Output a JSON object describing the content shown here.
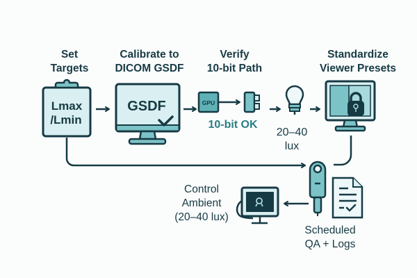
{
  "colors": {
    "stroke": "#163a44",
    "fill_light": "#d9eff1",
    "fill_mid": "#7cc3c7",
    "fill_dark": "#163a44",
    "accent_text": "#2a7f85",
    "background": "#fbfcfc"
  },
  "steps": [
    {
      "id": "set-targets",
      "title_lines": [
        "Set",
        "Targets"
      ],
      "icon": "clipboard-icon",
      "icon_text_lines": [
        "Lmax",
        "/Lmin"
      ]
    },
    {
      "id": "calibrate",
      "title_lines": [
        "Calibrate to",
        "DICOM GSDF"
      ],
      "icon": "monitor-check-icon",
      "icon_text": "GSDF"
    },
    {
      "id": "verify-path",
      "title_lines": [
        "Verify",
        "10-bit Path"
      ],
      "icon": "gpu-connector-icon",
      "icon_text": "GPU",
      "status_text": "10-bit OK"
    },
    {
      "id": "ambient-light",
      "icon": "lightbulb-icon",
      "caption_lines": [
        "20–40",
        "lux"
      ]
    },
    {
      "id": "viewer-presets",
      "title_lines": [
        "Standardize",
        "Viewer Presets"
      ],
      "icon": "monitor-lock-icon"
    },
    {
      "id": "qa-logs",
      "caption_lines": [
        "Scheduled",
        "QA + Logs"
      ],
      "icon": "photometer-document-icon"
    },
    {
      "id": "control-ambient",
      "caption_lines": [
        "Control",
        "Ambient",
        "(20–40 lux)"
      ],
      "icon": "monitor-sensor-icon"
    }
  ]
}
